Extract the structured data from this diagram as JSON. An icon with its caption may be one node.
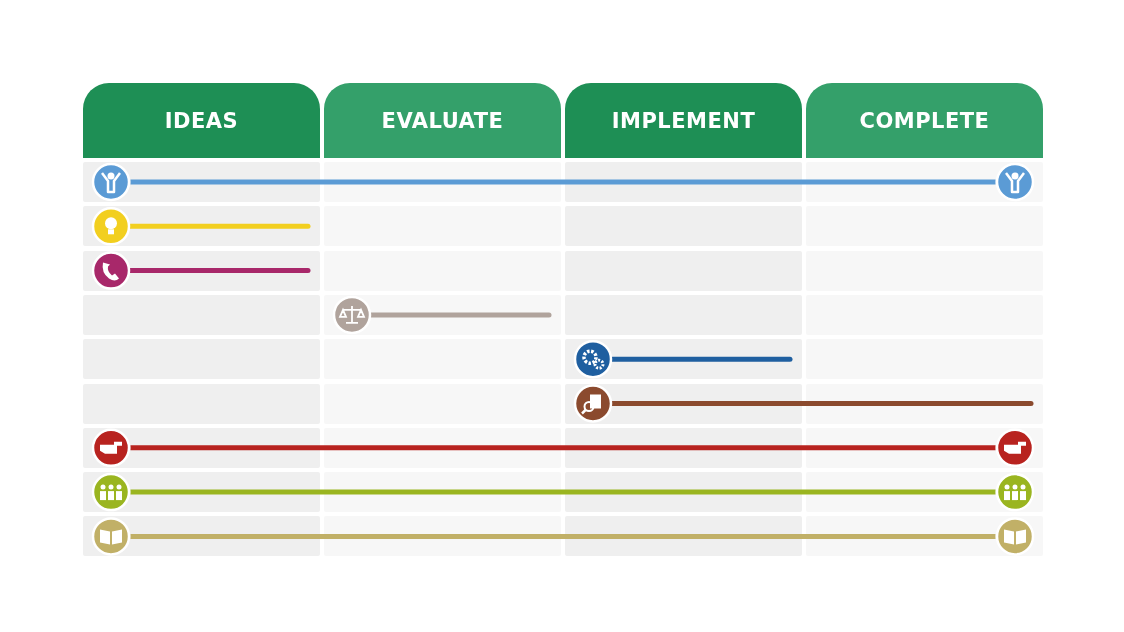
{
  "diagram": {
    "nodes": [
      {
        "text": [
          "IDEAS"
        ]
      },
      {
        "text": [
          "EVALUATE"
        ]
      },
      {
        "text": [
          "IMPLEMENT"
        ]
      },
      {
        "text": [
          "COMPLETE"
        ]
      },
      {
        "text": [],
        "shape": "picture"
      },
      {
        "text": [],
        "shape": "picture"
      },
      {
        "text": [],
        "shape": "picture"
      },
      {
        "text": [],
        "shape": "picture"
      },
      {
        "text": [],
        "shape": "picture"
      },
      {
        "text": [],
        "shape": "picture"
      },
      {
        "text": [],
        "shape": "picture"
      },
      {
        "text": [],
        "shape": "picture"
      },
      {
        "text": [],
        "shape": "picture"
      },
      {
        "text": [],
        "shape": "picture"
      },
      {
        "text": [],
        "shape": "picture"
      },
      {
        "text": [],
        "shape": "picture"
      },
      {
        "text": [],
        "shape": "picture"
      }
    ],
    "edges": [
      {
        "from": 4,
        "to": 5,
        "arrow": "none",
        "color": "#5b9bd5"
      },
      {
        "from": 6,
        "to": null,
        "arrow": "none",
        "color": "#f2cf1f"
      },
      {
        "from": 7,
        "to": null,
        "arrow": "none",
        "color": "#a8286a"
      },
      {
        "from": 8,
        "to": null,
        "arrow": "none",
        "color": "#b0a39c"
      },
      {
        "from": 9,
        "to": null,
        "arrow": "none",
        "color": "#1f5fa0"
      },
      {
        "from": 10,
        "to": null,
        "arrow": "none",
        "color": "#8b4a2e"
      },
      {
        "from": 11,
        "to": 12,
        "arrow": "none",
        "color": "#b8231f"
      },
      {
        "from": 13,
        "to": 14,
        "arrow": "none",
        "color": "#9ab520"
      },
      {
        "from": 15,
        "to": 16,
        "arrow": "none",
        "color": "#c1b067"
      }
    ]
  }
}
